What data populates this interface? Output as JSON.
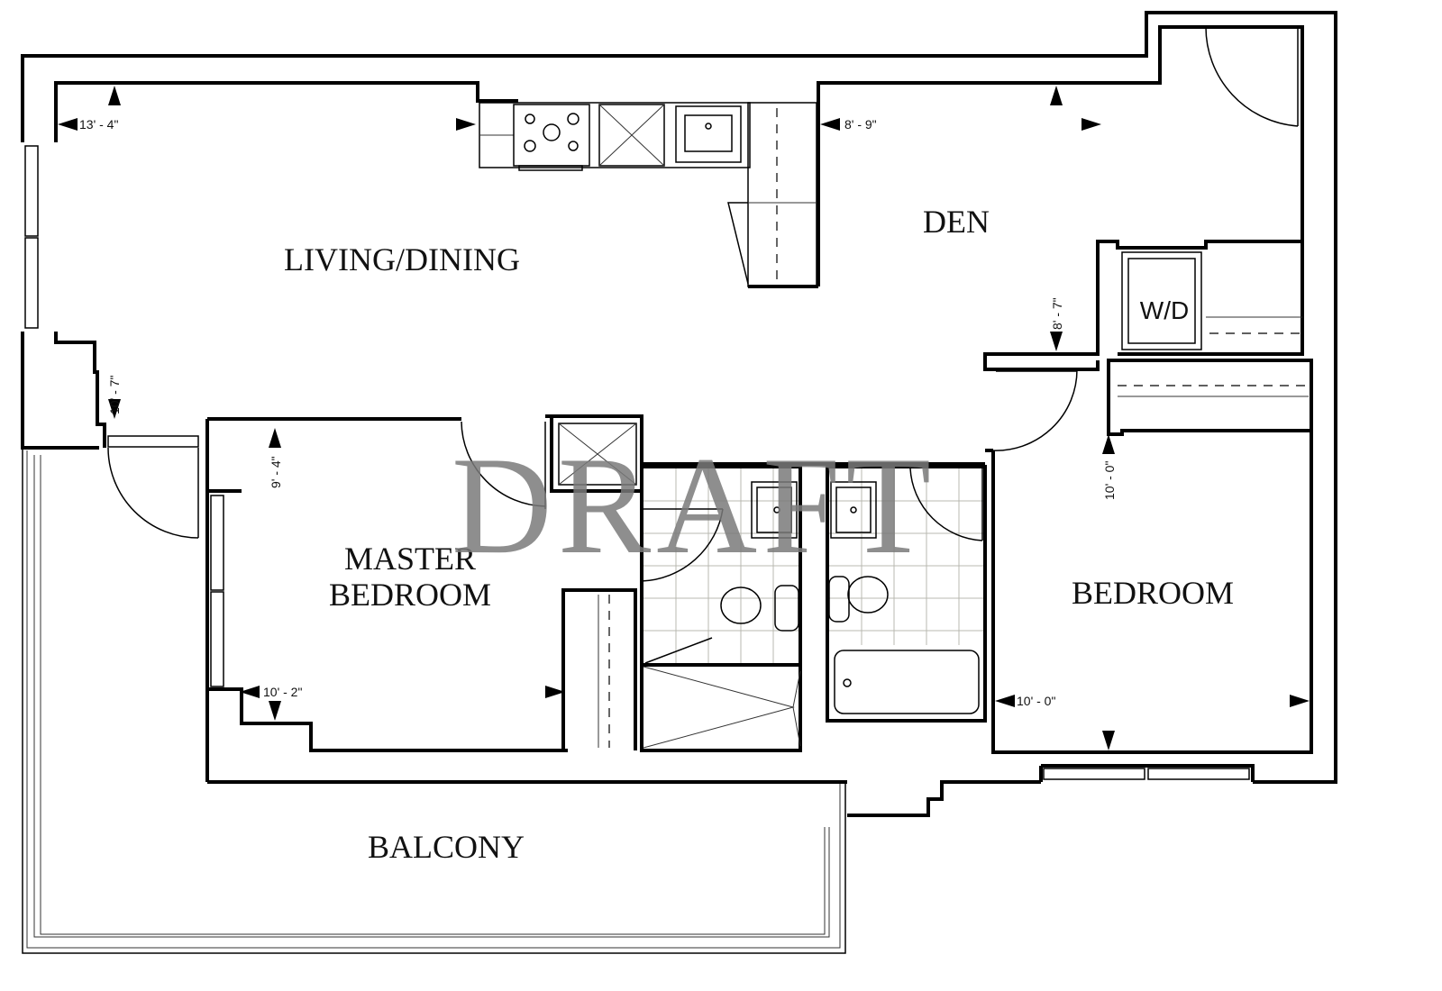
{
  "plan": {
    "watermark": "DRAFT",
    "rooms": {
      "living_dining": "LIVING/DINING",
      "den": "DEN",
      "master_bedroom_line1": "MASTER",
      "master_bedroom_line2": "BEDROOM",
      "bedroom": "BEDROOM",
      "balcony": "BALCONY",
      "laundry": "W/D"
    },
    "dimensions": {
      "living_width": "13' - 4\"",
      "living_depth": "10' - 7\"",
      "den_width": "8' - 9\"",
      "den_depth": "8' - 7\"",
      "master_depth": "9' - 4\"",
      "master_width": "10' - 2\"",
      "bedroom_depth": "10' - 0\"",
      "bedroom_width": "10' - 0\""
    }
  }
}
